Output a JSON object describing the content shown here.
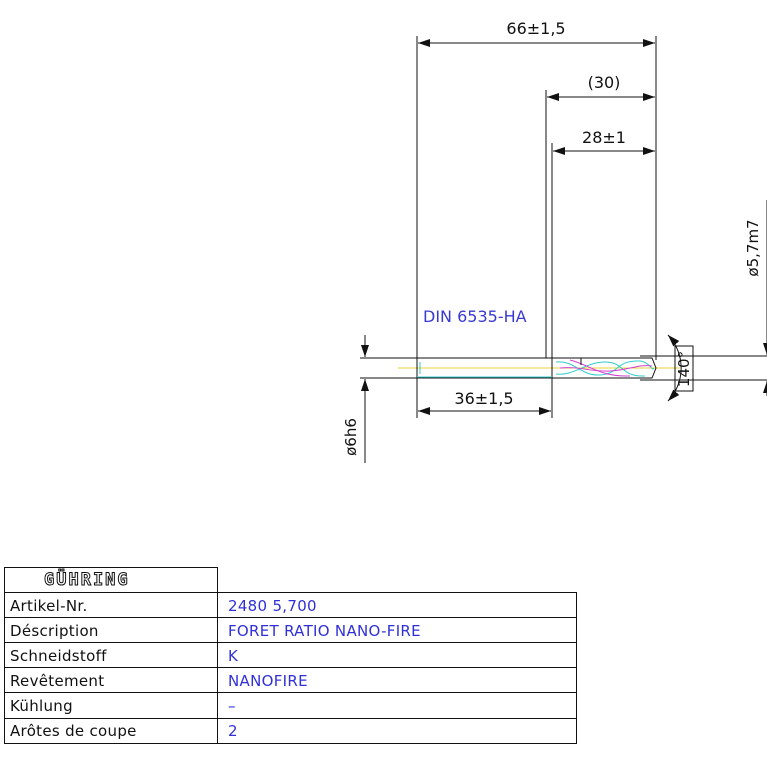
{
  "dimensions": {
    "overall_length": "66±1,5",
    "flute_ref": "(30)",
    "flute_length": "28±1",
    "shank_length": "36±1,5",
    "tip_diameter": "ø5,7m7",
    "shank_diameter": "ø6h6",
    "point_angle": "140°"
  },
  "standard_label": "DIN 6535-HA",
  "title_block": {
    "logo": "GÜHRING",
    "rows": [
      {
        "label": "Artikel-Nr.",
        "value": "2480 5,700"
      },
      {
        "label": "Déscription",
        "value": "FORET RATIO NANO-FIRE"
      },
      {
        "label": "Schneidstoff",
        "value": "K"
      },
      {
        "label": "Revêtement",
        "value": "NANOFIRE"
      },
      {
        "label": "Kühlung",
        "value": "–"
      },
      {
        "label": "Arôtes de coupe",
        "value": "2"
      }
    ]
  },
  "colors": {
    "line": "#111111",
    "value_text": "#3030d8",
    "axis": "#e8d23a",
    "flute_cyan": "#33cccc",
    "flute_magenta": "#d040d0"
  }
}
